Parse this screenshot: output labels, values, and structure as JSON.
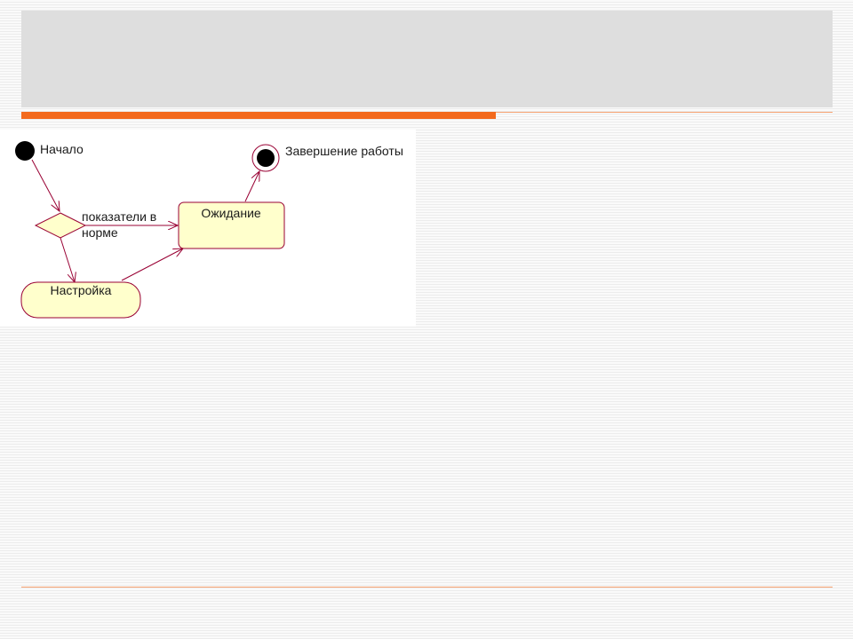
{
  "diagram": {
    "start_label": "Начало",
    "end_label": "Завершение работы",
    "guard_label_line1": "показатели в",
    "guard_label_line2": "норме",
    "state_waiting": "Ожидание",
    "state_setup": "Настройка"
  },
  "colors": {
    "accent": "#f36a1d",
    "accent_light": "#f5a271",
    "title_band": "#dedede",
    "state_fill": "#ffffcc",
    "state_stroke": "#990033",
    "arrow": "#990033"
  }
}
